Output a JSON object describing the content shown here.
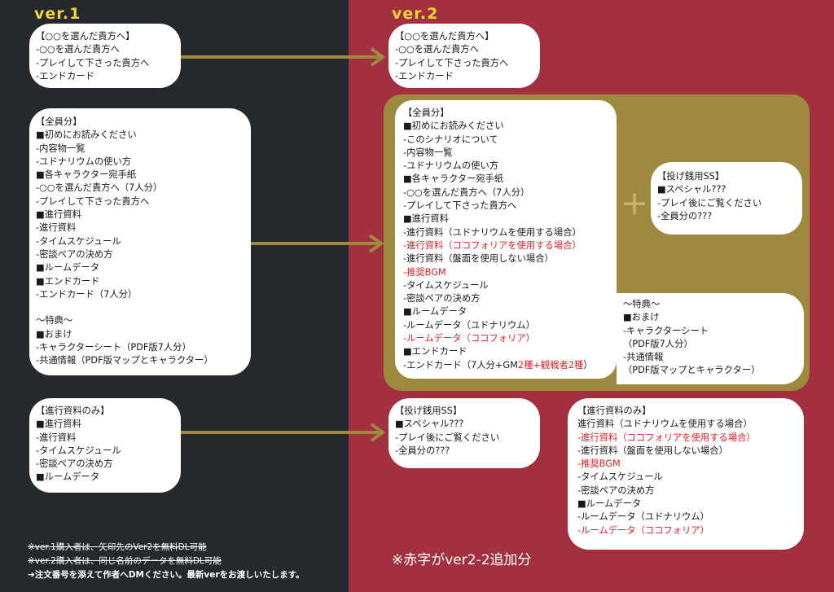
{
  "labels": {
    "v1": "ver.1",
    "v2": "ver.2",
    "plus": "＋"
  },
  "v1": {
    "card1": [
      "【○○を選んだ貴方へ】",
      "-○○を選んだ貴方へ",
      "-プレイして下さった貴方へ",
      "-エンドカード"
    ],
    "card2": [
      "【全員分】",
      "■初めにお読みください",
      "-内容物一覧",
      "-ユドナリウムの使い方",
      "■各キャラクター宛手紙",
      "-○○を選んだ貴方へ（7人分）",
      "-プレイして下さった貴方へ",
      "■進行資料",
      "-進行資料",
      "-タイムスケジュール",
      "-密談ペアの決め方",
      "■ルームデータ",
      "■エンドカード",
      "-エンドカード（7人分）",
      "",
      "〜特典〜",
      "■おまけ",
      "-キャラクターシート（PDF版7人分）",
      "-共通情報（PDF版マップとキャラクター）"
    ],
    "card3": [
      "【進行資料のみ】",
      "■進行資料",
      "-進行資料",
      "-タイムスケジュール",
      "-密談ペアの決め方",
      "■ルームデータ"
    ]
  },
  "v2": {
    "card1": [
      "【○○を選んだ貴方へ】",
      "-○○を選んだ貴方へ",
      "-プレイして下さった貴方へ",
      "-エンドカード"
    ],
    "card2": [
      {
        "t": "【全員分】",
        "red": false
      },
      {
        "t": "■初めにお読みください",
        "red": false
      },
      {
        "t": "-このシナリオについて",
        "red": false
      },
      {
        "t": "-内容物一覧",
        "red": false
      },
      {
        "t": "-ユドナリウムの使い方",
        "red": false
      },
      {
        "t": "■各キャラクター宛手紙",
        "red": false
      },
      {
        "t": "-○○を選んだ貴方へ（7人分）",
        "red": false
      },
      {
        "t": "-プレイして下さった貴方へ",
        "red": false
      },
      {
        "t": "■進行資料",
        "red": false
      },
      {
        "t": "-進行資料（ユドナリウムを使用する場合）",
        "red": false
      },
      {
        "t": "-進行資料（ココフォリアを使用する場合）",
        "red": true
      },
      {
        "t": "-進行資料（盤面を使用しない場合）",
        "red": false
      },
      {
        "t": "-推奨BGM",
        "red": true
      },
      {
        "t": "-タイムスケジュール",
        "red": false
      },
      {
        "t": "-密談ペアの決め方",
        "red": false
      },
      {
        "t": "■ルームデータ",
        "red": false
      },
      {
        "t": "-ルームデータ（ユドナリウム）",
        "red": false
      },
      {
        "t": "-ルームデータ（ココフォリア）",
        "red": true
      }
    ],
    "card2_end_title": "■エンドカード",
    "card2_end_a": "-エンドカード（7人分+GM",
    "card2_end_b": "2種+観戦者2種",
    "card2_end_c": "）",
    "bonus": [
      "〜特典〜",
      "■おまけ",
      " -キャラクターシート",
      "（PDF版7人分）",
      "-共通情報",
      "（PDF版マップとキャラクター）"
    ],
    "tip_gold": [
      "【投げ銭用SS】",
      "■スペシャル???",
      "-プレイ後にご覧ください",
      "-全員分の???"
    ],
    "tip_red": [
      "【投げ銭用SS】",
      "■スペシャル???",
      "-プレイ後にご覧ください",
      "-全員分の???"
    ],
    "card3": [
      {
        "t": "【進行資料のみ】",
        "red": false
      },
      {
        "t": "進行資料（ユドナリウムを使用する場合）",
        "red": false
      },
      {
        "t": "-進行資料（ココフォリアを使用する場合）",
        "red": true
      },
      {
        "t": "-進行資料（盤面を使用しない場合）",
        "red": false
      },
      {
        "t": "-推奨BGM",
        "red": true
      },
      {
        "t": "-タイムスケジュール",
        "red": false
      },
      {
        "t": "-密談ペアの決め方",
        "red": false
      },
      {
        "t": "■ルームデータ",
        "red": false
      },
      {
        "t": "-ルームデータ（ユドナリウム）",
        "red": false
      },
      {
        "t": "-ルームデータ（ココフォリア）",
        "red": true
      }
    ]
  },
  "notes": {
    "n1": "※ver.1購入者は、矢印先のVer2を無料DL可能",
    "n2": "※ver.2購入者は、同じ名前のデータを無料DL可能",
    "n3": "➔注文番号を添えて作者へDMください。最新verをお渡しいたします。",
    "red_note": "※赤字がver2-2追加分"
  },
  "colors": {
    "bg": "#25282d",
    "panel": "#a33041",
    "gold": "#9d8a3e",
    "label": "#f2d33a",
    "arrow": "#9d8a3e",
    "red_text": "#e0202a"
  }
}
